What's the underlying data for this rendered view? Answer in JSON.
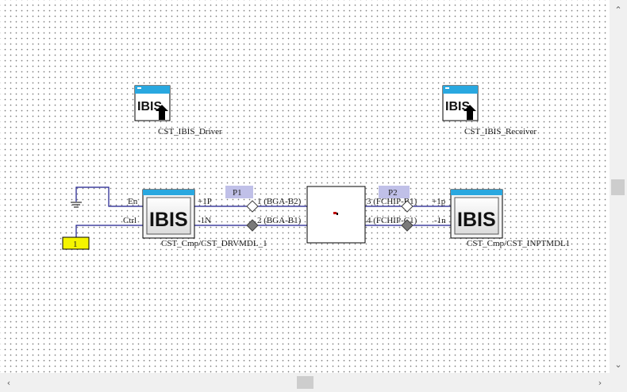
{
  "icons": {
    "driver_model": {
      "label": "CST_IBIS_Driver",
      "logo_text": "IBIS"
    },
    "receiver_model": {
      "label": "CST_IBIS_Receiver",
      "logo_text": "IBIS"
    }
  },
  "driver": {
    "logo_text": "IBIS",
    "label": "CST_Cmp/CST_DRVMDL_1",
    "pins_left": [
      "En",
      "Ctrl"
    ],
    "pins_right": [
      "+1P",
      "-1N"
    ]
  },
  "receiver": {
    "logo_text": "IBIS",
    "label": "CST_Cmp/CST_INPTMDL1",
    "pins_left": [
      "+1p",
      "-1n"
    ]
  },
  "ports": {
    "p1": "P1",
    "p2": "P2"
  },
  "block": {
    "pins_left": [
      "1 (BGA-B2)",
      "2 (BGA-B1)"
    ],
    "pins_right": [
      "3 (FCHIP-B1)",
      "4 (FCHIP-C1)"
    ]
  },
  "ctrl_source": {
    "value": "1"
  },
  "colors": {
    "wire": "#1a1a8c",
    "icon_header": "#29a8e0",
    "port_fill": "#c0c0e8",
    "source_fill": "#f4f400"
  }
}
